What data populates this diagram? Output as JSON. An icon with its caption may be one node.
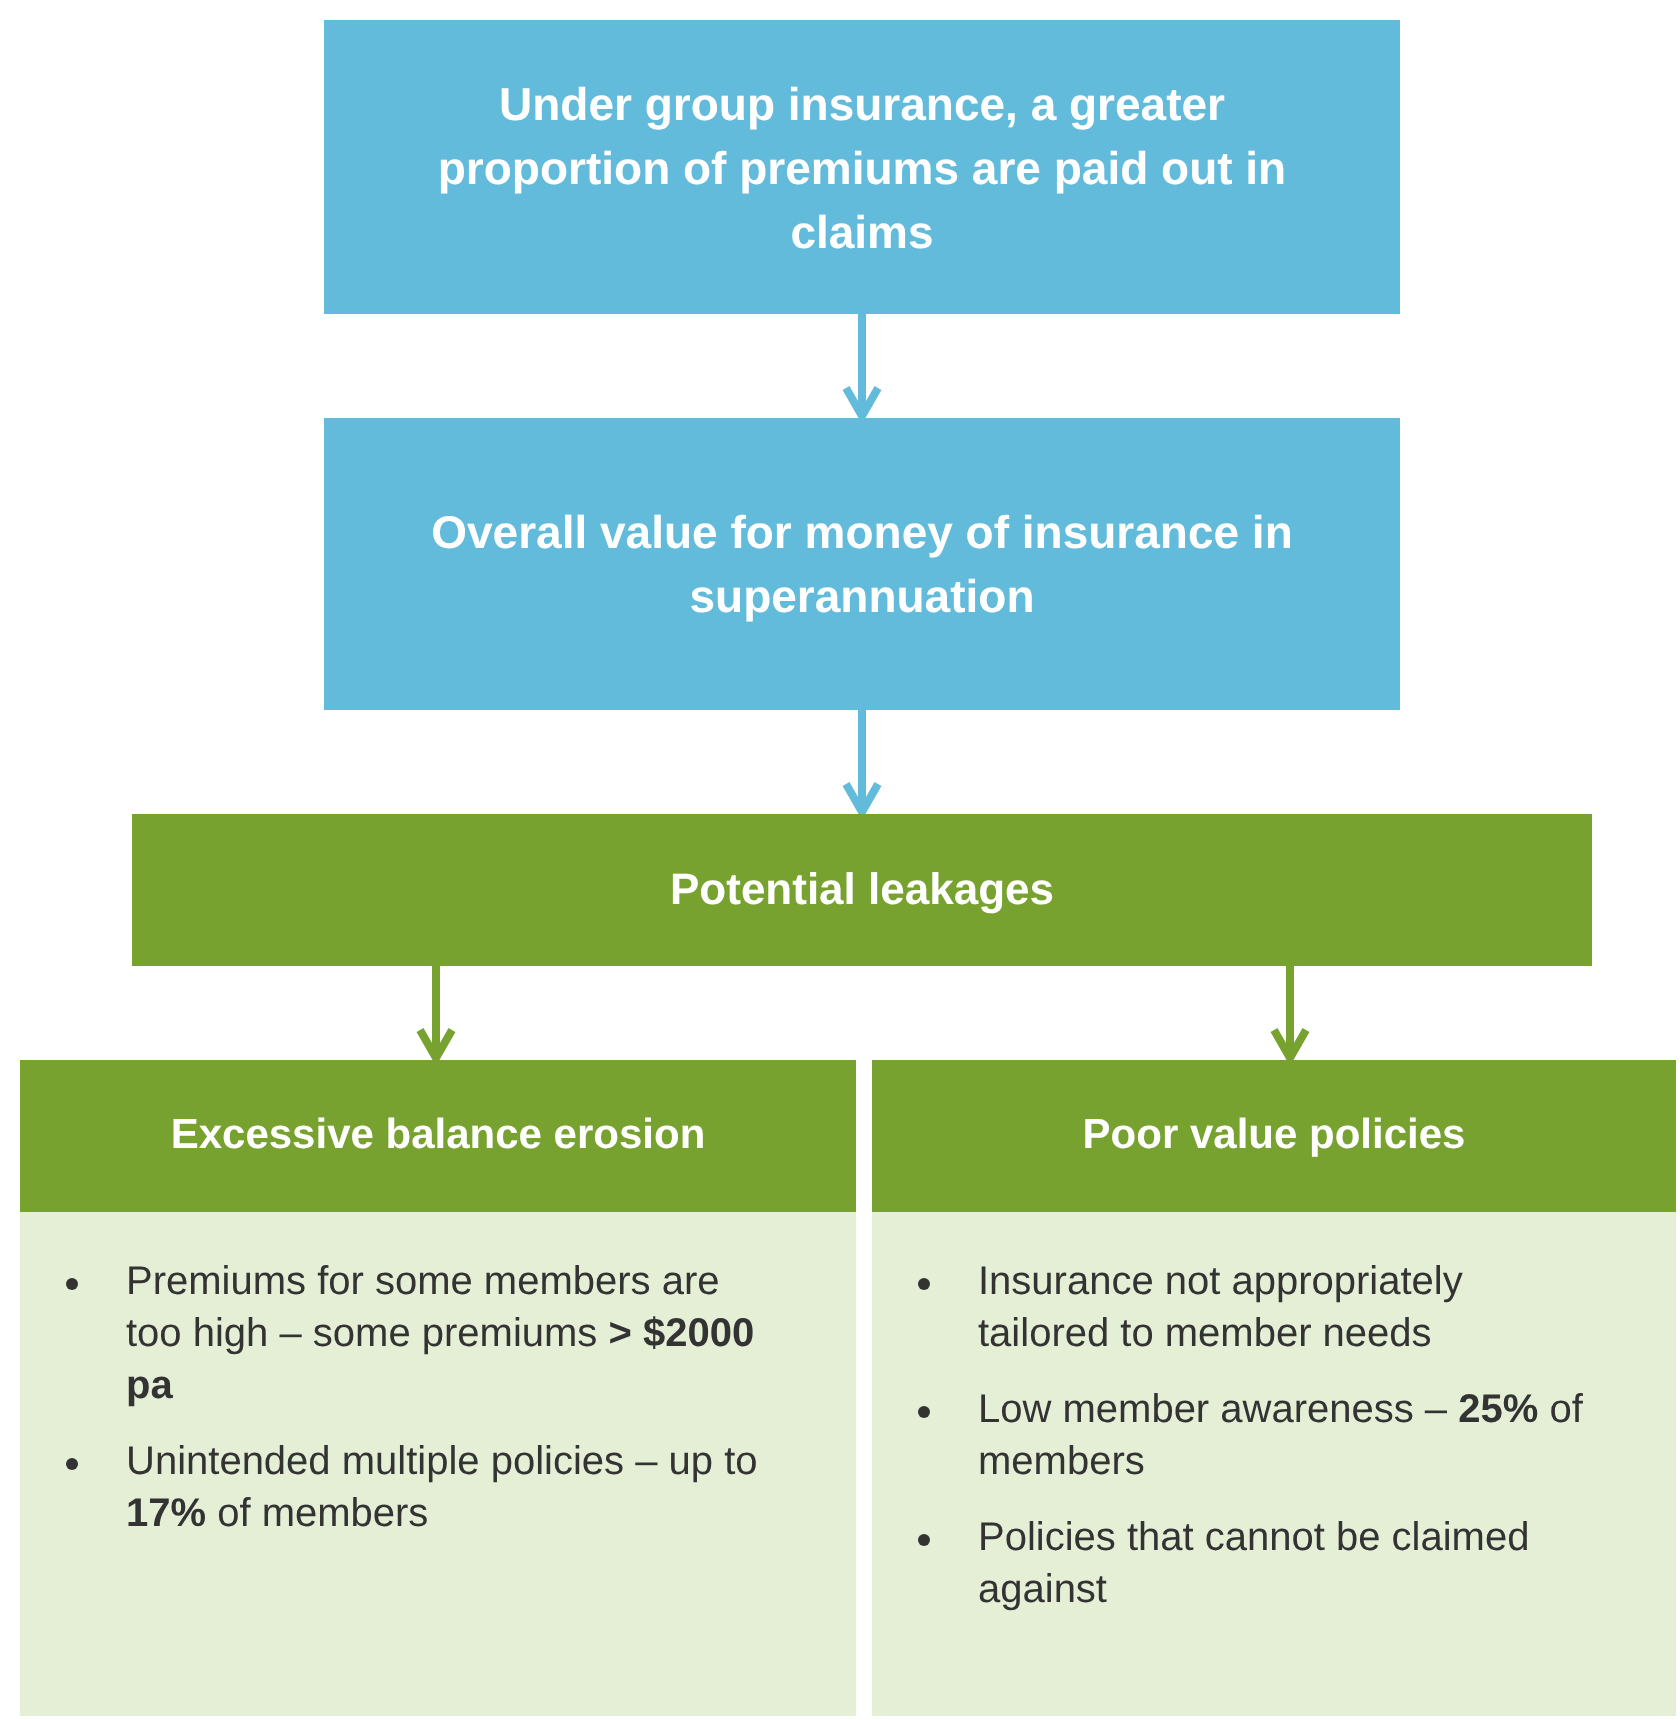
{
  "diagram": {
    "nodes": [
      {
        "text": [
          "Under group insurance, a greater proportion of premiums are paid out in claims"
        ]
      },
      {
        "text": [
          "Overall value for money of insurance in superannuation"
        ]
      },
      {
        "text": [
          "Potential leakages"
        ]
      },
      {
        "text": [
          "Excessive balance erosion",
          "Premiums for some members are too high – some premiums **> $2000 pa**",
          "Unintended multiple policies – up to **17%** of members"
        ]
      },
      {
        "text": [
          "Poor value policies",
          "Insurance not appropriately tailored to member needs",
          "Low member awareness – **25%** of members",
          "Policies that cannot be claimed against"
        ]
      }
    ],
    "edges": [
      {
        "from": 0,
        "to": 1,
        "arrow": "to",
        "color": "#63bbdb"
      },
      {
        "from": 1,
        "to": 2,
        "arrow": "to",
        "color": "#63bbdb"
      },
      {
        "from": 2,
        "to": 3,
        "arrow": "to",
        "color": "#78a22f"
      },
      {
        "from": 2,
        "to": 4,
        "arrow": "to",
        "color": "#78a22f"
      }
    ]
  }
}
